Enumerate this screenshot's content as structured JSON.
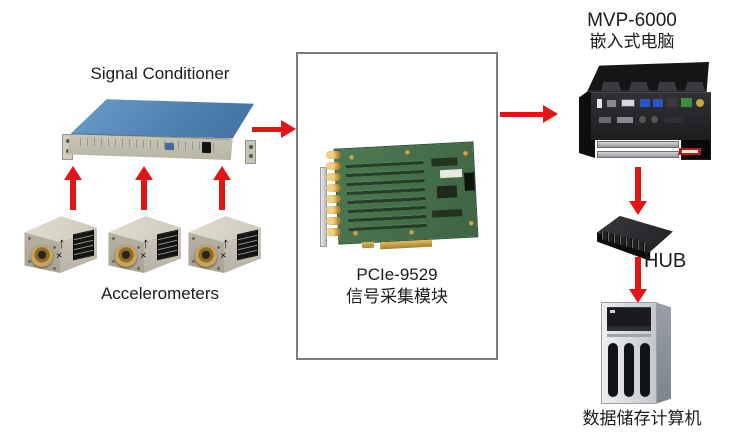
{
  "diagram": {
    "background": "#ffffff",
    "arrow_color": "#e21414",
    "box_border_color": "#7d7d7d",
    "nodes": {
      "signal_conditioner": {
        "label": "Signal Conditioner"
      },
      "accelerometers": {
        "label": "Accelerometers",
        "count": 3
      },
      "daq_module": {
        "model": "PCIe-9529",
        "label": "信号采集模块"
      },
      "embedded_pc": {
        "model": "MVP-6000",
        "label": "嵌入式电脑"
      },
      "hub": {
        "label": "HUB"
      },
      "storage_pc": {
        "label": "数据储存计算机"
      }
    },
    "arrows": [
      {
        "from": "accelerometer-1",
        "to": "signal-conditioner",
        "direction": "up"
      },
      {
        "from": "accelerometer-2",
        "to": "signal-conditioner",
        "direction": "up"
      },
      {
        "from": "accelerometer-3",
        "to": "signal-conditioner",
        "direction": "up"
      },
      {
        "from": "signal-conditioner",
        "to": "daq-module",
        "direction": "right"
      },
      {
        "from": "daq-module",
        "to": "embedded-pc",
        "direction": "right"
      },
      {
        "from": "embedded-pc",
        "to": "hub",
        "direction": "down"
      },
      {
        "from": "hub",
        "to": "storage-pc",
        "direction": "down"
      }
    ]
  }
}
